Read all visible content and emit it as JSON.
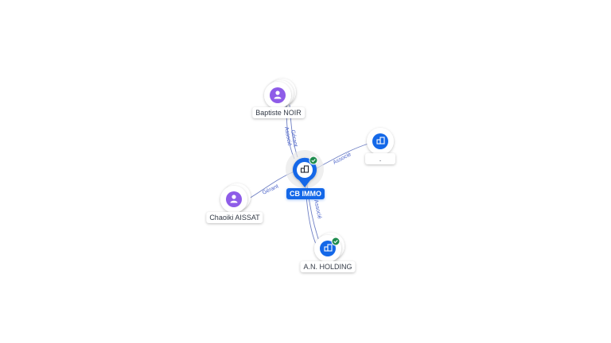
{
  "graph": {
    "center": {
      "label": "CB IMMO",
      "icon": "building-icon",
      "verified": true,
      "color": "#1468e8"
    },
    "nodes": {
      "baptiste": {
        "label": "Baptiste NOIR",
        "icon": "person-icon",
        "color": "#8e5ce8"
      },
      "chaoiki": {
        "label": "Chaoiki AISSAT",
        "icon": "person-icon",
        "color": "#8e5ce8"
      },
      "company_right": {
        "label": ".",
        "icon": "building-icon",
        "color": "#1468e8"
      },
      "an_holding": {
        "label": "A.N. HOLDING",
        "icon": "building-icon",
        "verified": true,
        "color": "#1468e8"
      }
    },
    "edges": {
      "baptiste_gerant": "Gérant",
      "baptiste_associe": "Associé",
      "chaoiki_gerant": "Gérant",
      "right_associe": "Associé",
      "an_holding_associe": "Associé"
    },
    "colors": {
      "edge": "#6e7fc4",
      "verified": "#1e8c4e"
    }
  }
}
